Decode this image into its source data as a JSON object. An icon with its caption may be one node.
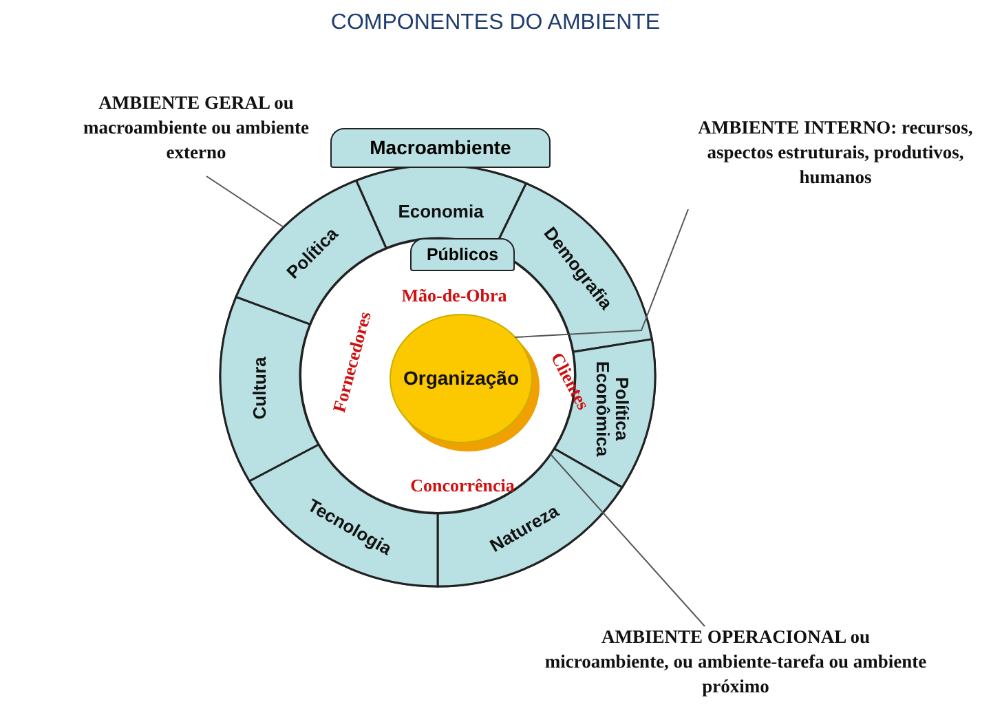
{
  "diagram": {
    "title": "COMPONENTES DO AMBIENTE",
    "nodes": [
      {
        "text": [
          "Macroambiente"
        ]
      },
      {
        "text": [
          "Economia"
        ],
        "in": 0
      },
      {
        "text": [
          "Demografia"
        ],
        "in": 0
      },
      {
        "text": [
          "Política Econômica"
        ],
        "in": 0
      },
      {
        "text": [
          "Natureza"
        ],
        "in": 0
      },
      {
        "text": [
          "Tecnologia"
        ],
        "in": 0
      },
      {
        "text": [
          "Cultura"
        ],
        "in": 0
      },
      {
        "text": [
          "Política"
        ],
        "in": 0
      },
      {
        "text": [
          "Públicos",
          "Mão-de-Obra",
          "Clientes",
          "Concorrência",
          "Fornecedores"
        ],
        "in": 0
      },
      {
        "text": [
          "Organização"
        ],
        "in": 8
      },
      {
        "text": [
          "AMBIENTE GERAL ou macroambiente ou ambiente externo"
        ]
      },
      {
        "text": [
          "AMBIENTE INTERNO: recursos, aspectos estruturais, produtivos, humanos"
        ]
      },
      {
        "text": [
          "AMBIENTE OPERACIONAL ou microambiente, ou ambiente-tarefa ou ambiente próximo"
        ]
      }
    ],
    "edges": [
      {
        "from": 10,
        "to": 7,
        "arrow": "none"
      },
      {
        "from": 11,
        "to": 9,
        "arrow": "none"
      },
      {
        "from": 12,
        "to": 8,
        "arrow": "none"
      }
    ]
  }
}
